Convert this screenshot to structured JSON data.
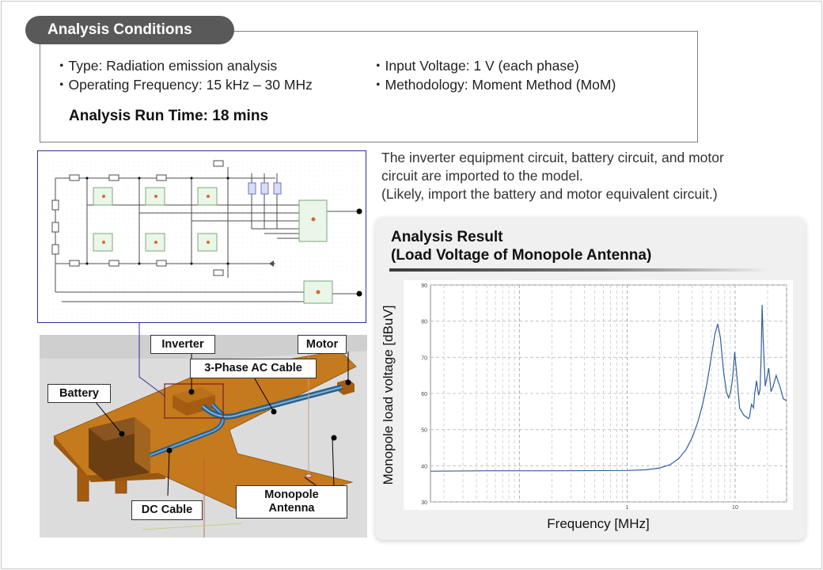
{
  "conditions": {
    "tab_label": "Analysis Conditions",
    "type": "・Type: Radiation emission analysis",
    "frequency": "・Operating Frequency: 15 kHz – 30 MHz",
    "voltage": "・Input Voltage: 1 V (each phase)",
    "method": "・Methodology: Moment Method (MoM)",
    "runtime": "Analysis Run Time: 18 mins"
  },
  "note": {
    "line1": "The inverter equipment circuit, battery circuit, and motor",
    "line2": "circuit are imported to the model.",
    "line3": "(Likely, import the battery and motor equivalent circuit.)"
  },
  "model_labels": {
    "inverter": "Inverter",
    "motor": "Motor",
    "ac_cable": "3-Phase AC Cable",
    "battery": "Battery",
    "dc_cable": "DC Cable",
    "antenna_line1": "Monopole",
    "antenna_line2": "Antenna"
  },
  "colors": {
    "tab_bg": "#595959",
    "circuit_border": "#2e3192",
    "plate": "#c57a1e",
    "cable": "#4a7ca8",
    "curve": "#2f5f9e"
  },
  "result": {
    "title_line1": "Analysis Result",
    "title_line2": "(Load Voltage of Monopole Antenna)"
  },
  "chart_data": {
    "type": "line",
    "xlabel": "Frequency [MHz]",
    "ylabel": "Monopole load voltage [dBuV]",
    "xscale": "log",
    "xlim": [
      0.015,
      30
    ],
    "ylim": [
      30,
      90
    ],
    "y_ticks": [
      30,
      40,
      50,
      60,
      70,
      80,
      90
    ],
    "x_ticks": [
      1,
      10
    ],
    "x_tick_labels": [
      "1",
      "10"
    ],
    "grid": true,
    "series": [
      {
        "x": [
          0.015,
          0.05,
          0.2,
          1,
          1.5,
          2,
          2.5,
          3,
          3.5,
          4,
          4.5,
          5,
          5.5,
          6,
          6.5,
          6.9,
          7.3,
          7.8,
          8.3,
          8.7,
          9.1,
          9.5,
          9.9,
          10.3,
          11,
          12,
          13,
          13.3,
          13.6,
          14.2,
          14.8,
          15.2,
          15.8,
          16.5,
          17,
          17.4,
          17.8,
          18.2,
          19,
          20.5,
          21.5,
          22.5,
          24,
          26,
          28,
          30
        ],
        "y": [
          38.5,
          38.6,
          38.6,
          38.7,
          38.9,
          39.4,
          40.3,
          42,
          44.4,
          47.8,
          52,
          57,
          63,
          70,
          76.5,
          79.2,
          75.5,
          66.3,
          60.5,
          58.8,
          60.5,
          64.5,
          71.5,
          66,
          56,
          54,
          53.3,
          53,
          53.6,
          57,
          56,
          60,
          63.5,
          59.5,
          61,
          70,
          84.5,
          75,
          62,
          67,
          60.5,
          62,
          65,
          62,
          58.5,
          58
        ]
      }
    ]
  }
}
